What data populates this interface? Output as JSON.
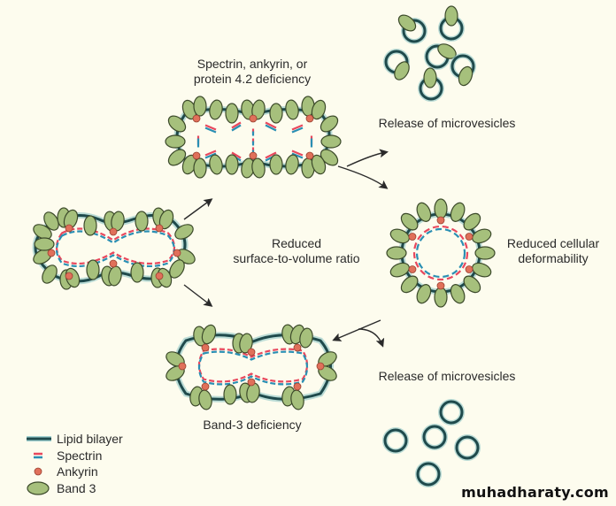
{
  "labels": {
    "top_deficiency": "Spectrin, ankyrin, or protein 4.2 deficiency",
    "top_deficiency_line1": "Spectrin, ankyrin, or",
    "top_deficiency_line2": "protein 4.2 deficiency",
    "release_top": "Release of microvesicles",
    "reduced_ratio_line1": "Reduced",
    "reduced_ratio_line2": "surface-to-volume ratio",
    "reduced_deform_line1": "Reduced cellular",
    "reduced_deform_line2": "deformability",
    "release_bottom": "Release of microvesicles",
    "band3_deficiency": "Band-3 deficiency"
  },
  "legend": [
    {
      "symbol": "lipid-bilayer",
      "label": "Lipid bilayer"
    },
    {
      "symbol": "spectrin",
      "label": "Spectrin"
    },
    {
      "symbol": "ankyrin",
      "label": "Ankyrin"
    },
    {
      "symbol": "band3",
      "label": "Band 3"
    }
  ],
  "watermark": "muhadharaty.com",
  "colors": {
    "background": "#fdfcee",
    "lipid_bilayer": "#1f4a4c",
    "bilayer_glow": "#8fc6c6",
    "spectrin_red": "#e8485d",
    "spectrin_blue": "#2a8fb3",
    "ankyrin": "#e0705a",
    "band3_fill": "#a6c07c",
    "band3_stroke": "#3c4a2a",
    "arrow": "#2a2a2a"
  }
}
